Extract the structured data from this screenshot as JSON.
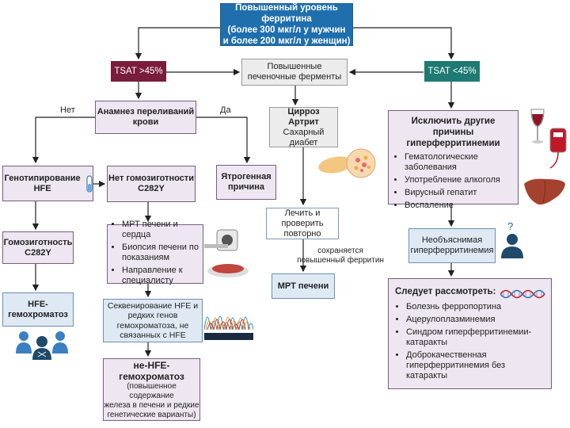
{
  "top": {
    "line1": "Повышенный уровень ферритина",
    "line2": "(более 300 мкг/л у мужчин",
    "line3": "и более 200 мкг/л у женщин)"
  },
  "tsat_high": "TSAT >45%",
  "tsat_low": "TSAT <45%",
  "liver_enzymes": {
    "line1": "Повышенные",
    "line2": "печеночные ферменты"
  },
  "transfusion": {
    "line1": "Анамнез переливаний",
    "line2": "крови"
  },
  "label_no": "Нет",
  "label_yes": "Да",
  "hfe_genotyping": "Генотипирование HFE",
  "not_homozygous": {
    "line1": "Нет гомозиготности",
    "line2": "С282Y"
  },
  "iatrogenic": {
    "line1": "Ятрогенная",
    "line2": "причина"
  },
  "cirrhosis": {
    "line1": "Цирроз",
    "line2": "Артрит",
    "line3": "Сахарный диабет"
  },
  "treat_retest": {
    "line1": "Лечить и",
    "line2": "проверить повторно"
  },
  "persists": {
    "line1": "сохраняется",
    "line2": "повышенный ферритин"
  },
  "mri_liver": "МРТ печени",
  "exclude": {
    "title1": "Исключить другие причины",
    "title2": "гиперферритинемии",
    "items": [
      "Гематологические заболевания",
      "Употребление алкоголя",
      "Вирусный гепатит",
      "Воспаление"
    ]
  },
  "unexplained": {
    "line1": "Необъяснимая",
    "line2": "гиперферритинемия"
  },
  "homozygosity": {
    "line1": "Гомозиготность",
    "line2": "С282Y"
  },
  "hfe_hemo": {
    "line1": "HFE-",
    "line2": "гемохроматоз"
  },
  "mri_list": [
    "МРТ печени и сердца",
    "Биопсия печени по показаниям",
    "Направление к специалисту"
  ],
  "sequencing": {
    "line1": "Секвенирование HFE и",
    "line2": "редких генов",
    "line3": "гемохроматоза,  не",
    "line4": "связанных с HFE"
  },
  "non_hfe": {
    "title1": "не-HFE-",
    "title2": "гемохроматоз",
    "sub1": "(повышенное содержание",
    "sub2": "железа в печени и редкие",
    "sub3": "генетические варианты)"
  },
  "consider": {
    "title": "Следует рассмотреть:",
    "items": [
      "Болезнь ферропортина",
      "Ацерулоплазминемия",
      "Синдром гиперферритинемии-катаракты",
      "Доброкачественная гиперферритинемия без катаракты"
    ]
  },
  "colors": {
    "blue": "#1f6fae",
    "maroon": "#7a1c3c",
    "teal": "#1e7a72",
    "pink": "#eee6f0"
  }
}
